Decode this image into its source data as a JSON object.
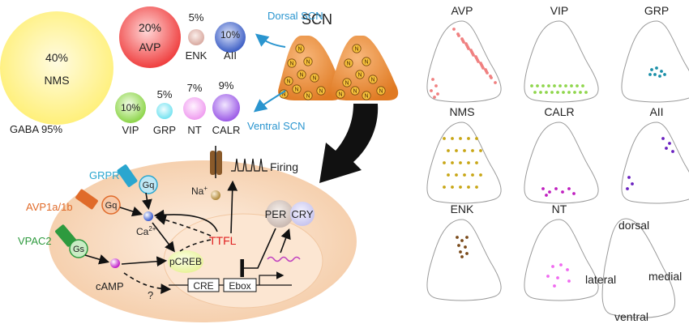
{
  "colors": {
    "nms": "#fff27a",
    "avp": "#f24d4d",
    "enk": "#e2b7b0",
    "aii": "#3f63c8",
    "vip": "#8fd64c",
    "grp": "#7ee6f2",
    "nt": "#f3a6f3",
    "calr": "#a768ea",
    "scn": "#ee8f3a",
    "dorsal_label": "#2a95cf",
    "grpr": "#2aa6cf",
    "avp_receptor": "#e06b2a",
    "vpac2": "#2e9a3e",
    "ttfl": "#e02020",
    "cell": "#f8dcc3",
    "nucleus": "#fbe6d4"
  },
  "bubbles": {
    "nms": {
      "pct": "40%",
      "name": "NMS"
    },
    "avp": {
      "pct": "20%",
      "name": "AVP"
    },
    "enk": {
      "pct": "5%",
      "name": "ENK"
    },
    "aii": {
      "pct": "10%",
      "name": "AII"
    },
    "vip": {
      "pct": "10%",
      "name": "VIP"
    },
    "grp": {
      "pct": "5%",
      "name": "GRP"
    },
    "nt": {
      "pct": "7%",
      "name": "NT"
    },
    "calr": {
      "pct": "9%",
      "name": "CALR"
    },
    "gaba": "GABA 95%"
  },
  "scn": {
    "title": "SCN",
    "dorsal": "Dorsal SCN",
    "ventral": "Ventral SCN",
    "neuron_symbol": "N"
  },
  "cell": {
    "grpr": "GRPR",
    "gq": "Gq",
    "avp_receptor": "AVP1a/1b",
    "vpac2": "VPAC2",
    "gs": "Gs",
    "na": "Na",
    "na_sup": "+",
    "firing": "Firing",
    "ca": "Ca",
    "ca_sup": "2+",
    "ttfl": "TTFL",
    "per": "PER",
    "cry": "CRY",
    "pcreb": "pCREB",
    "camp": "cAMP",
    "question": "?",
    "cre": "CRE",
    "ebox": "Ebox"
  },
  "maps": [
    {
      "name": "AVP",
      "color": "#f08080"
    },
    {
      "name": "VIP",
      "color": "#8fd64c"
    },
    {
      "name": "GRP",
      "color": "#1a8fa8"
    },
    {
      "name": "NMS",
      "color": "#c8a615"
    },
    {
      "name": "CALR",
      "color": "#c020c0"
    },
    {
      "name": "AII",
      "color": "#6a20c0"
    },
    {
      "name": "ENK",
      "color": "#7a4a1a"
    },
    {
      "name": "NT",
      "color": "#f06af0"
    }
  ],
  "orientation": {
    "dorsal": "dorsal",
    "lateral": "lateral",
    "medial": "medial",
    "ventral": "ventral"
  }
}
